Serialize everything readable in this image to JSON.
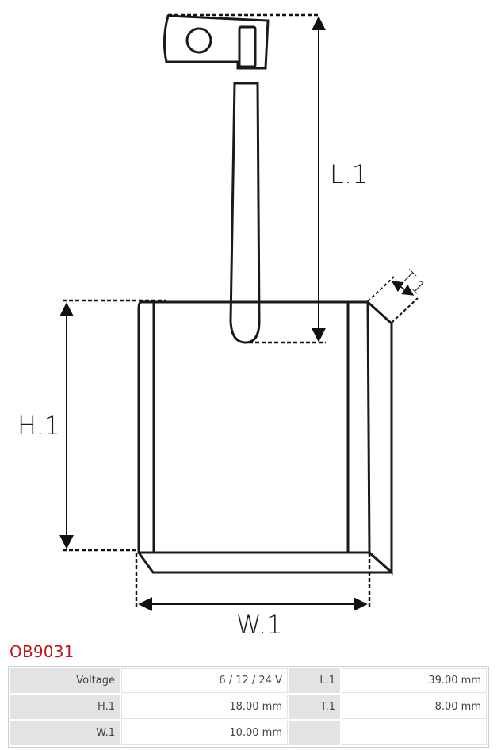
{
  "diagram": {
    "labels": {
      "l1": "L.1",
      "h1": "H.1",
      "w1": "W.1",
      "t1": "T.1"
    }
  },
  "product": {
    "code": "OB9031"
  },
  "specs": {
    "rows": [
      {
        "k1": "Voltage",
        "v1": "6 / 12 / 24 V",
        "k2": "L.1",
        "v2": "39.00 mm"
      },
      {
        "k1": "H.1",
        "v1": "18.00 mm",
        "k2": "T.1",
        "v2": "8.00 mm"
      },
      {
        "k1": "W.1",
        "v1": "10.00 mm",
        "k2": "",
        "v2": ""
      }
    ]
  }
}
